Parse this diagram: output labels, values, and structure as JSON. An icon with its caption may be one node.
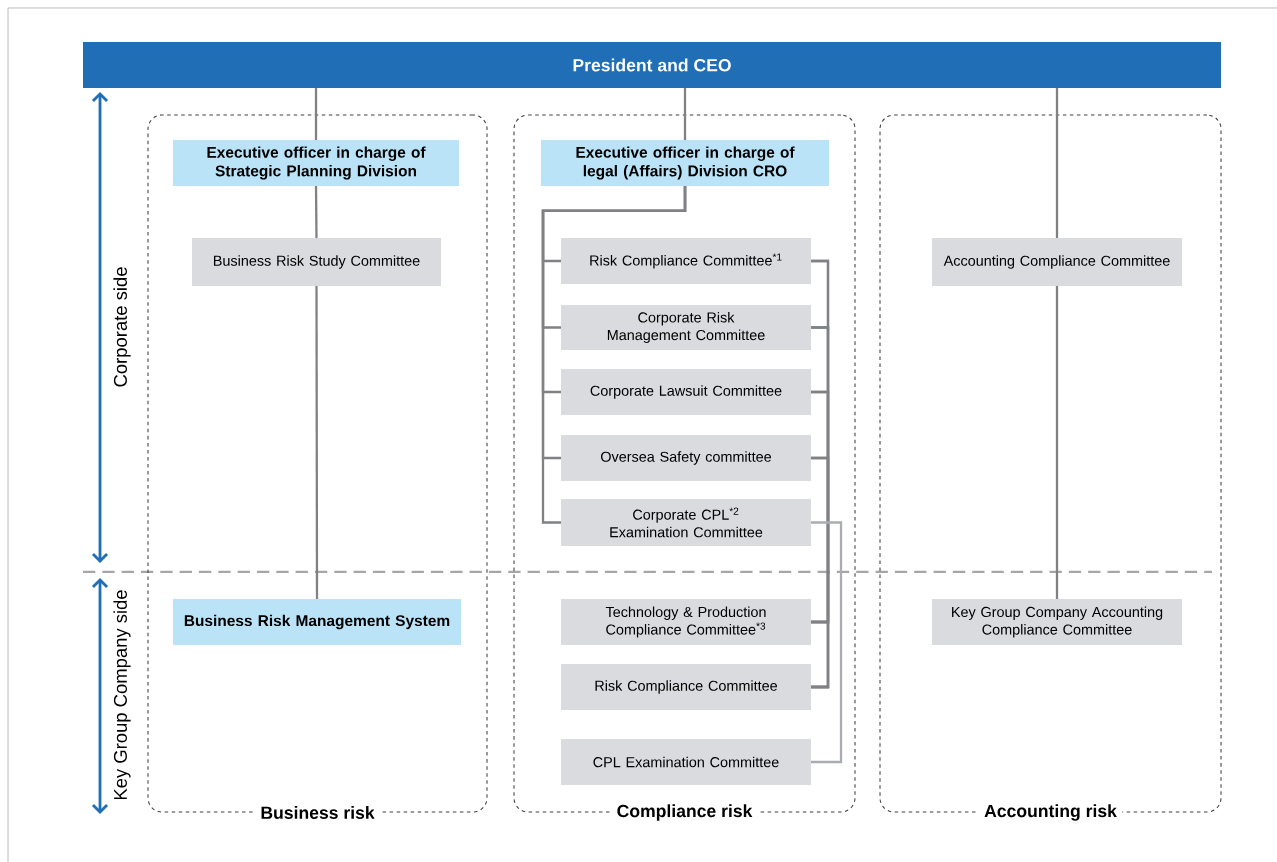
{
  "diagram": {
    "nodes": [
      {
        "text": [
          "President and CEO"
        ]
      },
      {
        "text": [
          "Business risk"
        ]
      },
      {
        "text": [
          "Executive officer in charge of Strategic Planning Division"
        ],
        "in": 1
      },
      {
        "text": [
          "Business Risk Study Committee"
        ],
        "in": 1
      },
      {
        "text": [
          "Business Risk Management System"
        ],
        "in": 1
      },
      {
        "text": [
          "Compliance risk"
        ]
      },
      {
        "text": [
          "Executive officer in charge of legal (Affairs) Division CRO"
        ],
        "in": 5
      },
      {
        "text": [
          "Risk Compliance Committee$^{*1}$"
        ],
        "in": 5
      },
      {
        "text": [
          "Corporate Risk Management Committee"
        ],
        "in": 5
      },
      {
        "text": [
          "Corporate Lawsuit Committee"
        ],
        "in": 5
      },
      {
        "text": [
          "Oversea Safety committee"
        ],
        "in": 5
      },
      {
        "text": [
          "Corporate CPL$^{*2}$ Examination Committee"
        ],
        "in": 5
      },
      {
        "text": [
          "Technology & Production Compliance Committee$^{*3}$"
        ],
        "in": 5
      },
      {
        "text": [
          "Risk Compliance Committee"
        ],
        "in": 5
      },
      {
        "text": [
          "CPL Examination Committee"
        ],
        "in": 5
      },
      {
        "text": [
          "Accounting risk"
        ]
      },
      {
        "text": [
          "Accounting Compliance Committee"
        ],
        "in": 15
      },
      {
        "text": [
          "Key Group Company Accounting Compliance Committee"
        ],
        "in": 15
      }
    ],
    "edges": [
      {
        "from": 0,
        "to": 2,
        "arrow": "none"
      },
      {
        "from": 2,
        "to": 3,
        "arrow": "none"
      },
      {
        "from": 3,
        "to": 4,
        "arrow": "none"
      },
      {
        "from": 0,
        "to": 6,
        "arrow": "none"
      },
      {
        "from": 6,
        "to": 7,
        "arrow": "none"
      },
      {
        "from": 6,
        "to": 8,
        "arrow": "none"
      },
      {
        "from": 6,
        "to": 9,
        "arrow": "none"
      },
      {
        "from": 6,
        "to": 10,
        "arrow": "none"
      },
      {
        "from": 6,
        "to": 11,
        "arrow": "none"
      },
      {
        "from": 7,
        "to": 12,
        "arrow": "none"
      },
      {
        "from": 7,
        "to": 13,
        "arrow": "none"
      },
      {
        "from": 8,
        "to": 12,
        "arrow": "none"
      },
      {
        "from": 8,
        "to": 13,
        "arrow": "none"
      },
      {
        "from": 9,
        "to": 12,
        "arrow": "none"
      },
      {
        "from": 9,
        "to": 13,
        "arrow": "none"
      },
      {
        "from": 10,
        "to": 12,
        "arrow": "none"
      },
      {
        "from": 10,
        "to": 13,
        "arrow": "none"
      },
      {
        "from": 11,
        "to": 14,
        "arrow": "none",
        "color": "#a9adb2"
      },
      {
        "from": 0,
        "to": 16,
        "arrow": "none"
      },
      {
        "from": 16,
        "to": 17,
        "arrow": "none"
      }
    ],
    "labels": [
      "Corporate side",
      "Key Group Company side"
    ]
  }
}
